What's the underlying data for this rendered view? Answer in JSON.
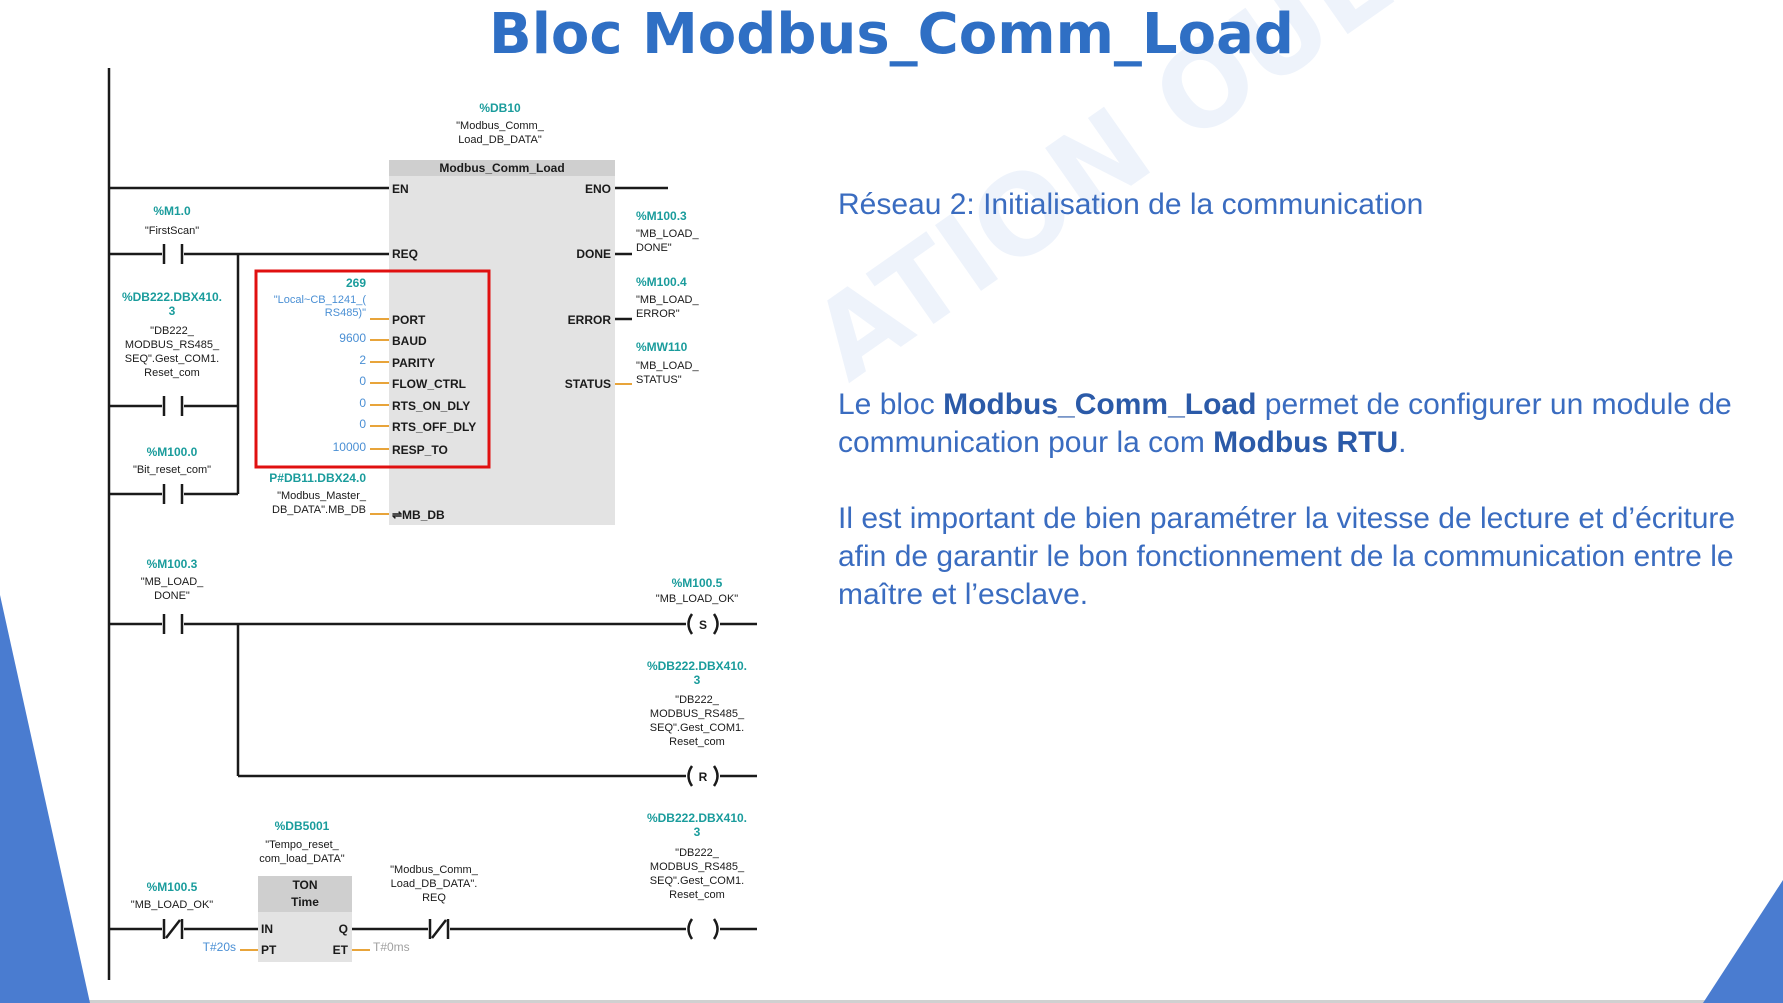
{
  "slide": {
    "title": "Bloc Modbus_Comm_Load"
  },
  "text_panel": {
    "network_title": "Réseau 2: Initialisation de la communication",
    "para1": {
      "t1": "Le bloc ",
      "b1": "Modbus_Comm_Load",
      "t2": " permet de configurer un module de communication pour la com ",
      "b2": "Modbus RTU",
      "t3": "."
    },
    "para2": "Il est important de bien paramétrer la vitesse de lecture et d’écriture afin de garantir le bon fonctionnement de la communication entre le maître et l’esclave."
  },
  "ladder": {
    "block": {
      "db_address": "%DB10",
      "db_name_1": "\"Modbus_Comm_",
      "db_name_2": "Load_DB_DATA\"",
      "title": "Modbus_Comm_Load",
      "pins": {
        "en": "EN",
        "eno": "ENO",
        "req": "REQ",
        "done": "DONE",
        "port": "PORT",
        "baud": "BAUD",
        "parity": "PARITY",
        "flow_ctrl": "FLOW_CTRL",
        "rts_on_dly": "RTS_ON_DLY",
        "rts_off_dly": "RTS_OFF_DLY",
        "resp_to": "RESP_TO",
        "error": "ERROR",
        "status": "STATUS",
        "mb_db": "⇌MB_DB"
      }
    },
    "params": {
      "port_value": "269",
      "port_name_1": "\"Local~CB_1241_(",
      "port_name_2": "RS485)\"",
      "baud": "9600",
      "parity": "2",
      "flow_ctrl": "0",
      "rts_on_dly": "0",
      "rts_off_dly": "0",
      "resp_to": "10000",
      "mbdb_addr": "P#DB11.DBX24.0",
      "mbdb_name_1": "\"Modbus_Master_",
      "mbdb_name_2": "DB_DATA\".MB_DB"
    },
    "contacts": {
      "firstscan_addr": "%M1.0",
      "firstscan_name": "\"FirstScan\"",
      "reset_addr_1": "%DB222.DBX410.",
      "reset_addr_2": "3",
      "reset_name_1": "\"DB222_",
      "reset_name_2": "MODBUS_RS485_",
      "reset_name_3": "SEQ\".Gest_COM1.",
      "reset_name_4": "Reset_com",
      "bitreset_addr": "%M100.0",
      "bitreset_name": "\"Bit_reset_com\""
    },
    "outputs": {
      "done_addr": "%M100.3",
      "done_name_1": "\"MB_LOAD_",
      "done_name_2": "DONE\"",
      "error_addr": "%M100.4",
      "error_name_1": "\"MB_LOAD_",
      "error_name_2": "ERROR\"",
      "status_addr": "%MW110",
      "status_name_1": "\"MB_LOAD_",
      "status_name_2": "STATUS\""
    },
    "rung2": {
      "contact_addr": "%M100.3",
      "contact_name_1": "\"MB_LOAD_",
      "contact_name_2": "DONE\"",
      "set_coil": "S",
      "set_addr": "%M100.5",
      "set_name": "\"MB_LOAD_OK\"",
      "reset_coil": "R",
      "reset_addr_1": "%DB222.DBX410.",
      "reset_addr_2": "3",
      "reset_name_1": "\"DB222_",
      "reset_name_2": "MODBUS_RS485_",
      "reset_name_3": "SEQ\".Gest_COM1.",
      "reset_name_4": "Reset_com"
    },
    "rung3": {
      "timer_db": "%DB5001",
      "timer_name_1": "\"Tempo_reset_",
      "timer_name_2": "com_load_DATA\"",
      "timer_type": "TON",
      "timer_sub": "Time",
      "pin_in": "IN",
      "pin_q": "Q",
      "pin_pt": "PT",
      "pin_et": "ET",
      "pt_value": "T#20s",
      "et_value": "T#0ms",
      "contact_addr": "%M100.5",
      "contact_name": "\"MB_LOAD_OK\"",
      "req_name_1": "\"Modbus_Comm_",
      "req_name_2": "Load_DB_DATA\".",
      "req_name_3": "REQ",
      "coil_addr_1": "%DB222.DBX410.",
      "coil_addr_2": "3",
      "coil_name_1": "\"DB222_",
      "coil_name_2": "MODBUS_RS485_",
      "coil_name_3": "SEQ\".Gest_COM1.",
      "coil_name_4": "Reset_com"
    }
  },
  "colors": {
    "title_blue": "#2f6fc4",
    "text_blue": "#3a6cc0",
    "addr_teal": "#1a9c9c",
    "value_blue": "#4a8fd4",
    "param_orange": "#e8a43a",
    "highlight_red": "#e01010",
    "block_gray": "#e3e3e3"
  }
}
